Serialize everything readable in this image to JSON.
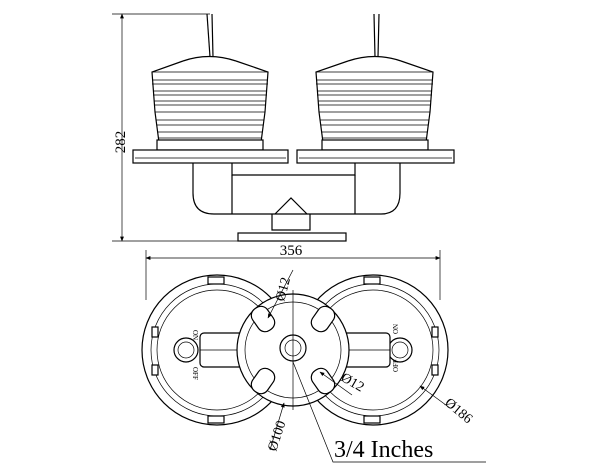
{
  "dimensions": {
    "height": "282",
    "width": "356",
    "hole_top": "Ø12",
    "hole_right": "Ø12",
    "center_disc": "Ø100",
    "lamp_diameter": "Ø186"
  },
  "thread_label": "3/4 Inches",
  "lamp_labels": {
    "left_on": "ON",
    "left_off": "OFF",
    "right_on": "ON",
    "right_off": "OFF"
  }
}
